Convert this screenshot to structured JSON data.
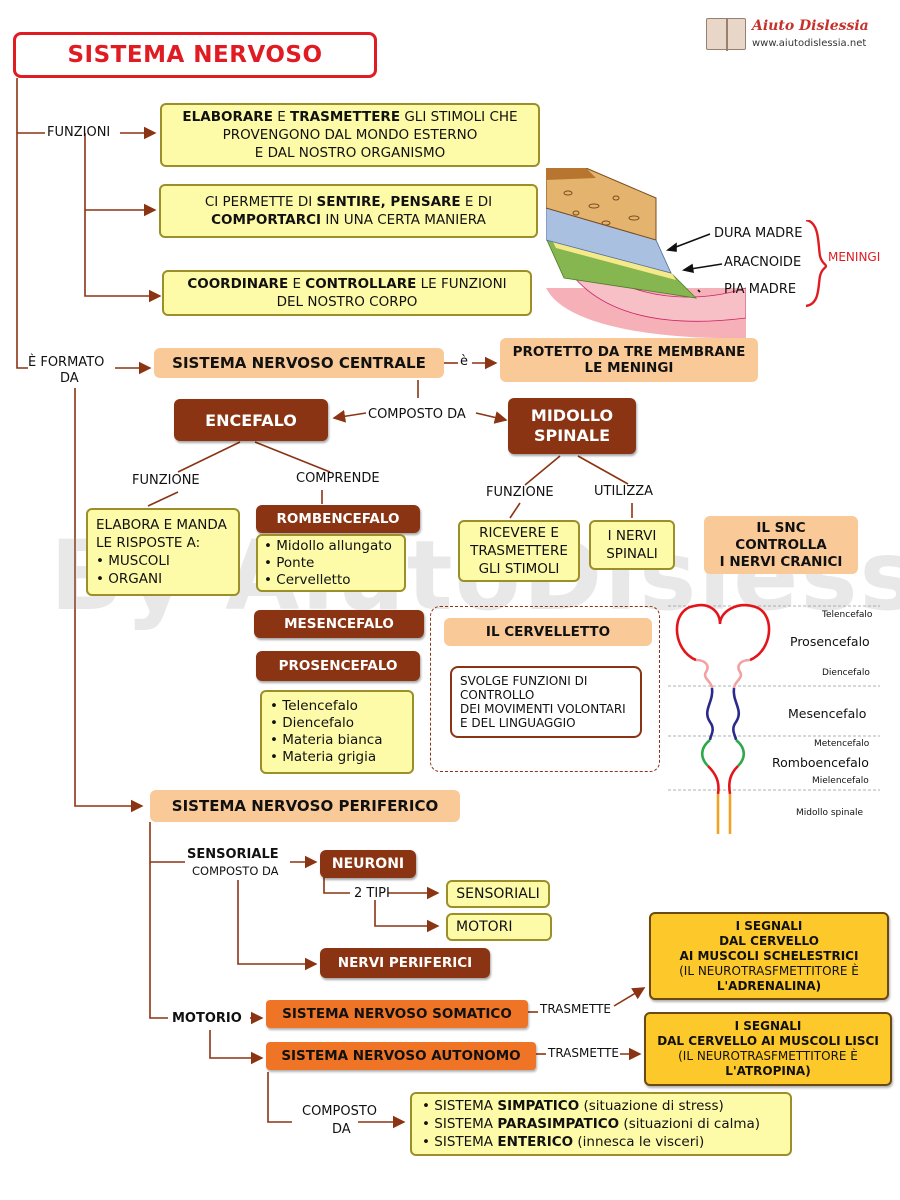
{
  "logo": {
    "brand": "Aiuto Dislessia",
    "url": "www.aiutodislessia.net"
  },
  "title": "SISTEMA NERVOSO",
  "watermark": "By AiutoDislessia.net",
  "funzioni": {
    "label": "FUNZIONI",
    "box1": {
      "b1": "ELABORARE",
      "t1": " E ",
      "b2": "TRASMETTERE",
      "t2": " GLI STIMOLI CHE",
      "line2": "PROVENGONO DAL MONDO ESTERNO",
      "line3": "E DAL NOSTRO ORGANISMO"
    },
    "box2": {
      "t1": "CI PERMETTE DI ",
      "b1": "SENTIRE, PENSARE",
      "t2": " E DI",
      "b2": "COMPORTARCI",
      "t3": " IN UNA CERTA MANIERA"
    },
    "box3": {
      "b1": "COORDINARE",
      "t1": " E ",
      "b2": "CONTROLLARE",
      "t2": " LE FUNZIONI",
      "line2": "DEL NOSTRO CORPO"
    }
  },
  "meninges": {
    "dura": "DURA MADRE",
    "aracnoide": "ARACNOIDE",
    "pia": "PIA MADRE",
    "group": "MENINGI"
  },
  "formato": {
    "line1": "È FORMATO",
    "line2": "DA"
  },
  "snc": {
    "title": "SISTEMA NERVOSO CENTRALE",
    "e": "è",
    "protetto": {
      "line1": "PROTETTO DA TRE MEMBRANE",
      "line2": "LE MENINGI"
    },
    "composto": "COMPOSTO DA",
    "encefalo": "ENCEFALO",
    "midollo": {
      "line1": "MIDOLLO",
      "line2": "SPINALE"
    }
  },
  "encefalo": {
    "funzione_label": "FUNZIONE",
    "comprende_label": "COMPRENDE",
    "funzione_box": {
      "line1": "ELABORA E MANDA",
      "line2": "LE RISPOSTE A:",
      "items": [
        "MUSCOLI",
        "ORGANI"
      ]
    },
    "rombencefalo": "ROMBENCEFALO",
    "rombencefalo_items": [
      "Midollo allungato",
      "Ponte",
      "Cervelletto"
    ],
    "mesencefalo": "MESENCEFALO",
    "prosencefalo": "PROSENCEFALO",
    "prosencefalo_items": [
      "Telencefalo",
      "Diencefalo",
      "Materia bianca",
      "Materia grigia"
    ]
  },
  "midollo": {
    "funzione_label": "FUNZIONE",
    "utilizza_label": "UTILIZZA",
    "funzione_box": [
      "RICEVERE E",
      "TRASMETTERE",
      "GLI STIMOLI"
    ],
    "utilizza_box": [
      "I NERVI",
      "SPINALI"
    ],
    "cranici": [
      "IL SNC",
      "CONTROLLA",
      "I NERVI CRANICI"
    ]
  },
  "cervelletto": {
    "title": "IL CERVELLETTO",
    "text": [
      "SVOLGE FUNZIONI DI",
      "CONTROLLO",
      "DEI MOVIMENTI VOLONTARI",
      "E DEL LINGUAGGIO"
    ]
  },
  "brain_diagram": {
    "labels": {
      "telencefalo": "Telencefalo",
      "prosencefalo": "Prosencefalo",
      "diencefalo": "Diencefalo",
      "mesencefalo": "Mesencefalo",
      "metencefalo": "Metencefalo",
      "romboencefalo": "Romboencefalo",
      "mielencefalo": "Mielencefalo",
      "midollo": "Midollo spinale"
    },
    "colors": {
      "prosencefalo": "#e3151b",
      "diencefalo": "#f2a2a2",
      "mesencefalo": "#2a2a8c",
      "metencefalo": "#2fa84a",
      "mielencefalo": "#e3151b",
      "midollo": "#f0a326"
    }
  },
  "snp": {
    "title": "SISTEMA NERVOSO PERIFERICO",
    "sensoriale": "SENSORIALE",
    "composto_da": "COMPOSTO DA",
    "neuroni": "NEURONI",
    "due_tipi": "2 TIPI",
    "sensoriali": "SENSORIALI",
    "motori": "MOTORI",
    "nervi_periferici": "NERVI PERIFERICI",
    "motorio": "MOTORIO",
    "somatico": "SISTEMA NERVOSO SOMATICO",
    "autonomo": "SISTEMA NERVOSO AUTONOMO",
    "trasmette": "TRASMETTE",
    "segnali1": {
      "l1": "I SEGNALI",
      "l2": "DAL CERVELLO",
      "l3": "AI MUSCOLI SCHELESTRICI",
      "l4": "(IL NEUROTRASFMETTITORE È",
      "l5": "L'ADRENALINA)"
    },
    "segnali2": {
      "l1": "I SEGNALI",
      "l2": "DAL CERVELLO AI MUSCOLI LISCI",
      "l3": "(IL NEUROTRASFMETTITORE È",
      "l4": "L'ATROPINA)"
    },
    "composto_da2": {
      "line1": "COMPOSTO",
      "line2": "DA"
    },
    "sistemi": [
      {
        "pre": "SISTEMA ",
        "b": "SIMPATICO",
        "post": " (situazione di stress)"
      },
      {
        "pre": "SISTEMA ",
        "b": "PARASIMPATICO",
        "post": " (situazioni di calma)"
      },
      {
        "pre": "SISTEMA ",
        "b": "ENTERICO",
        "post": " (innesca le visceri)"
      }
    ]
  }
}
